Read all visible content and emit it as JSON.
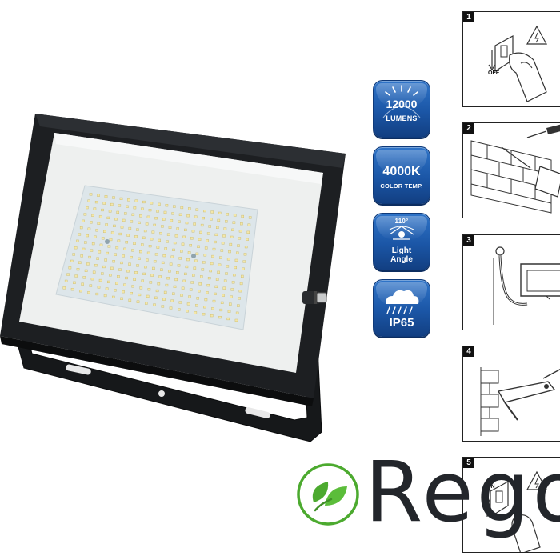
{
  "badges": [
    {
      "id": "lumens",
      "value": "12000",
      "unit": "LUMENS"
    },
    {
      "id": "color-temp",
      "value": "4000K",
      "unit": "COLOR TEMP."
    },
    {
      "id": "light-angle",
      "value": "110°",
      "line1": "Light",
      "line2": "Angle"
    },
    {
      "id": "ip-rating",
      "value": "IP65"
    }
  ],
  "steps": [
    {
      "number": "1",
      "caption": "OFF"
    },
    {
      "number": "2"
    },
    {
      "number": "3"
    },
    {
      "number": "4"
    },
    {
      "number": "5",
      "caption": "ON"
    }
  ],
  "brand": {
    "name": "Rego"
  },
  "colors": {
    "badge_blue": "#1b56a6",
    "housing": "#1d1f22",
    "panel": "#eef0ef",
    "logo_green": "#4caa2f",
    "logo_text": "#23262b"
  },
  "icons": {
    "lumens": "sun-burst-icon",
    "angle": "beam-angle-icon",
    "ip": "rain-cloud-icon",
    "warning": "electric-warning-icon",
    "screwdriver": "screwdriver-icon",
    "hand": "hand-icon",
    "leaf": "leaf-icon"
  }
}
